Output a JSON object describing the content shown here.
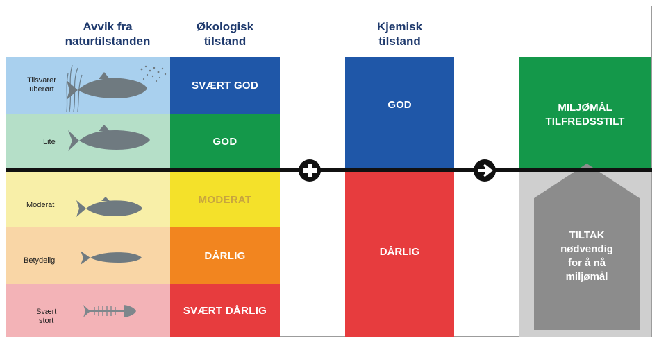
{
  "headers": {
    "avvik_line1": "Avvik fra",
    "avvik_line2": "naturtilstanden",
    "okologisk_line1": "Økologisk",
    "okologisk_line2": "tilstand",
    "kjemisk_line1": "Kjemisk",
    "kjemisk_line2": "tilstand"
  },
  "rows": [
    {
      "label_line1": "Tilsvarer",
      "label_line2": "uberørt",
      "status": "SVÆRT GOD",
      "bg": "#a9d0ee",
      "status_color": "#1f57a8"
    },
    {
      "label_line1": "Lite",
      "label_line2": "",
      "status": "GOD",
      "bg": "#b5dfc8",
      "status_color": "#14984a"
    },
    {
      "label_line1": "Moderat",
      "label_line2": "",
      "status": "MODERAT",
      "bg": "#f8efa8",
      "status_color": "#f4e12a"
    },
    {
      "label_line1": "Betydelig",
      "label_line2": "",
      "status": "DÅRLIG",
      "bg": "#f9d6a6",
      "status_color": "#f2851f"
    },
    {
      "label_line1": "Svært",
      "label_line2": "stort",
      "status": "SVÆRT DÅRLIG",
      "bg": "#f3b3b7",
      "status_color": "#e73c3e"
    }
  ],
  "kjemisk": {
    "good": "GOD",
    "bad": "DÅRLIG",
    "good_color": "#1f57a8",
    "bad_color": "#e73c3e"
  },
  "result": {
    "good_line1": "MILJØMÅL",
    "good_line2": "TILFREDSSTILT",
    "good_color": "#14984a",
    "bad_line1": "TILTAK",
    "bad_line2": "nødvendig",
    "bad_line3": "for å nå",
    "bad_line4": "miljømål",
    "bad_bg": "#cfcfcf",
    "arrow_color": "#8c8c8c"
  },
  "operators": {
    "plus": "plus-icon",
    "arrow": "arrow-right-icon"
  }
}
